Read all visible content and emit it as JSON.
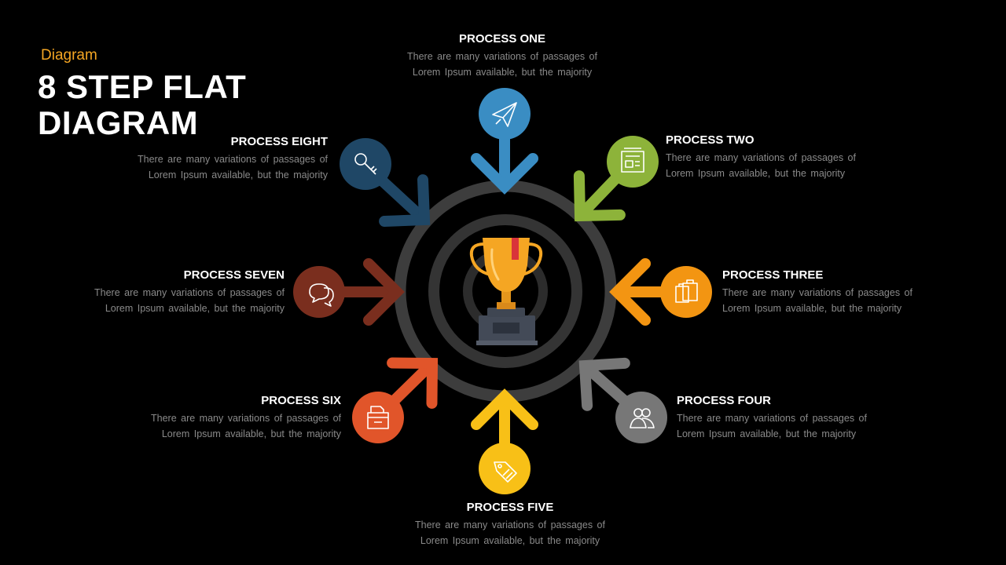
{
  "header": {
    "subtitle": "Diagram",
    "title_line1": "8 STEP FLAT",
    "title_line2": "DIAGRAM"
  },
  "colors": {
    "one": "#3A8DC3",
    "two": "#8DB33A",
    "three": "#F39512",
    "four": "#777777",
    "five": "#F8C017",
    "six": "#E1552A",
    "seven": "#7A2E1E",
    "eight": "#1F4766",
    "ring": "#3a3a3a",
    "trophy": "#F5A623"
  },
  "steps": [
    {
      "id": "one",
      "title": "PROCESS ONE",
      "line1": "There  are  many variations  of passages of",
      "line2": "Lorem Ipsum available,  but the majority",
      "icon": "paper-plane-icon"
    },
    {
      "id": "two",
      "title": "PROCESS TWO",
      "line1": "There  are  many variations  of passages of",
      "line2": "Lorem Ipsum available,  but the majority",
      "icon": "newspaper-icon"
    },
    {
      "id": "three",
      "title": "PROCESS THREE",
      "line1": "There  are  many variations  of passages of",
      "line2": "Lorem Ipsum available,  but the majority",
      "icon": "suitcases-icon"
    },
    {
      "id": "four",
      "title": "PROCESS FOUR",
      "line1": "There  are  many variations  of passages of",
      "line2": "Lorem Ipsum available,  but the majority",
      "icon": "users-icon"
    },
    {
      "id": "five",
      "title": "PROCESS FIVE",
      "line1": "There  are  many variations  of passages of",
      "line2": "Lorem Ipsum available,  but the majority",
      "icon": "tags-icon"
    },
    {
      "id": "six",
      "title": "PROCESS SIX",
      "line1": "There  are  many variations  of passages of",
      "line2": "Lorem Ipsum available,  but the majority",
      "icon": "archive-box-icon"
    },
    {
      "id": "seven",
      "title": "PROCESS SEVEN",
      "line1": "There  are  many variations  of passages of",
      "line2": "Lorem Ipsum available,  but the majority",
      "icon": "chat-bubbles-icon"
    },
    {
      "id": "eight",
      "title": "PROCESS EIGHT",
      "line1": "There  are  many variations  of passages of",
      "line2": "Lorem Ipsum available,  but the majority",
      "icon": "key-icon"
    }
  ],
  "center": {
    "icon": "trophy-icon"
  }
}
